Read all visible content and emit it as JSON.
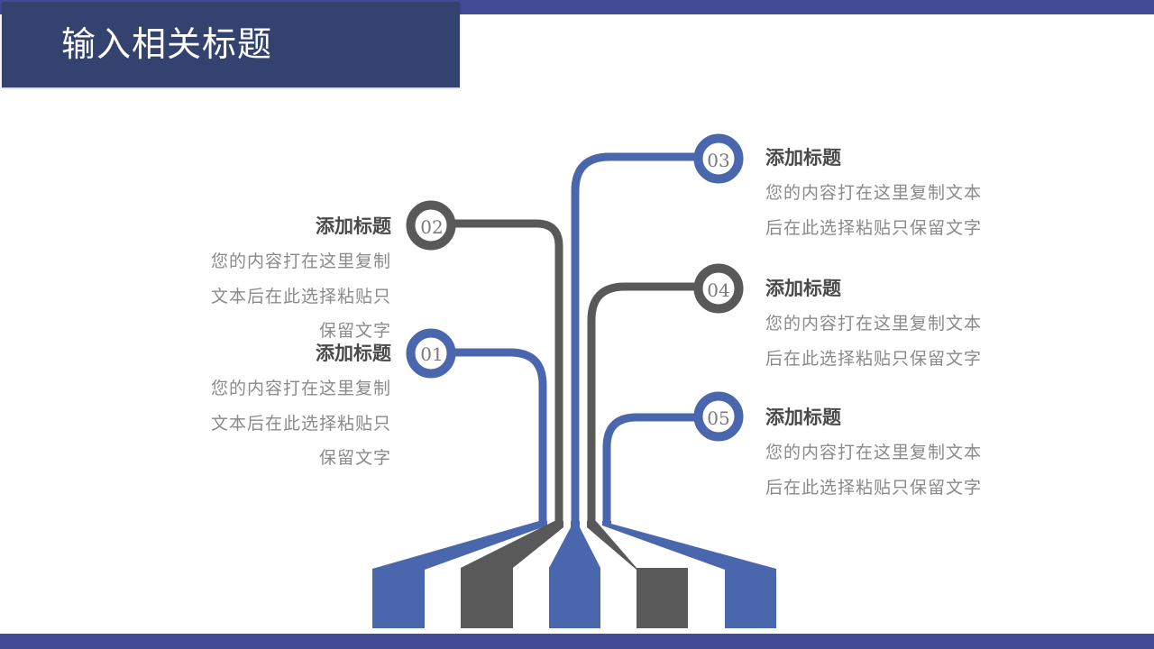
{
  "header": {
    "title": "输入相关标题"
  },
  "colors": {
    "bar": "#434b97",
    "title_bg": "#34426f",
    "blue": "#4a67ad",
    "gray": "#595959",
    "heading_text": "#4a4a4a",
    "body_text": "#8a8a8a"
  },
  "items": [
    {
      "number": "01",
      "color": "blue",
      "side": "left",
      "heading": "添加标题",
      "body_lines": [
        "您的内容打在这里复制",
        "文本后在此选择粘贴只",
        "保留文字"
      ]
    },
    {
      "number": "02",
      "color": "gray",
      "side": "left",
      "heading": "添加标题",
      "body_lines": [
        "您的内容打在这里复制",
        "文本后在此选择粘贴只",
        "保留文字"
      ]
    },
    {
      "number": "03",
      "color": "blue",
      "side": "right",
      "heading": "添加标题",
      "body_lines": [
        "您的内容打在这里复制文本",
        "后在此选择粘贴只保留文字"
      ]
    },
    {
      "number": "04",
      "color": "gray",
      "side": "right",
      "heading": "添加标题",
      "body_lines": [
        "您的内容打在这里复制文本",
        "后在此选择粘贴只保留文字"
      ]
    },
    {
      "number": "05",
      "color": "blue",
      "side": "right",
      "heading": "添加标题",
      "body_lines": [
        "您的内容打在这里复制文本",
        "后在此选择粘贴只保留文字"
      ]
    }
  ]
}
